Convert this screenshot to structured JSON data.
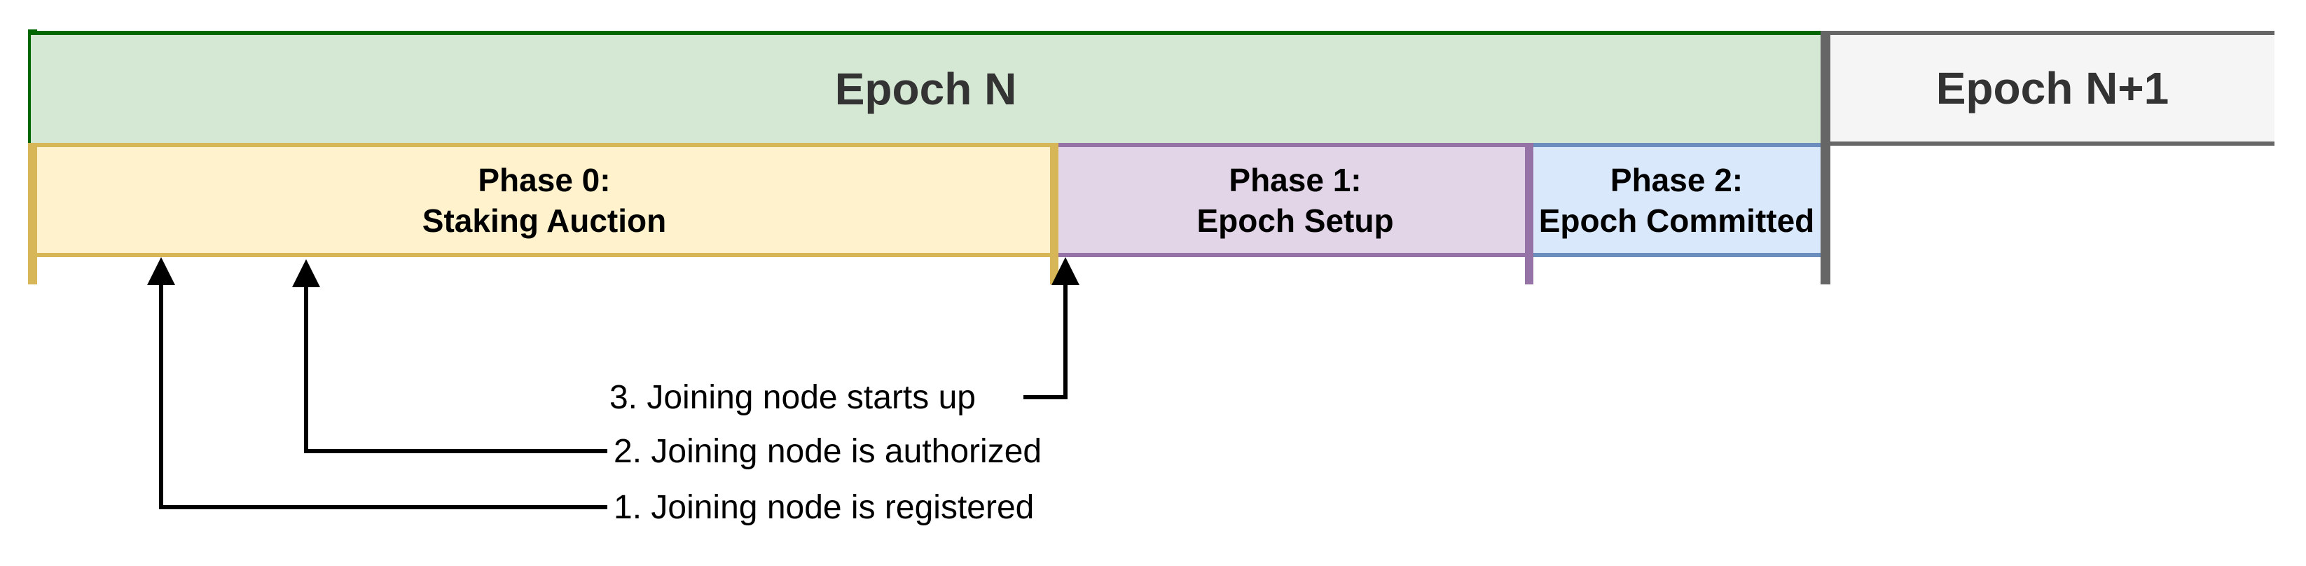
{
  "epochs": [
    {
      "label": "Epoch N"
    },
    {
      "label": "Epoch N+1"
    }
  ],
  "phases": [
    {
      "title": "Phase 0:",
      "subtitle": "Staking Auction"
    },
    {
      "title": "Phase 1:",
      "subtitle": "Epoch Setup"
    },
    {
      "title": "Phase 2:",
      "subtitle": "Epoch Committed"
    }
  ],
  "annotations": [
    {
      "label": "1. Joining node is registered"
    },
    {
      "label": "2. Joining node is authorized"
    },
    {
      "label": "3. Joining node starts up"
    }
  ],
  "colors": {
    "epoch_n_fill": "#d5e8d4",
    "epoch_n_border": "#006600",
    "epoch_n1_fill": "#f5f5f5",
    "epoch_n1_border": "#666666",
    "phase0_fill": "#fff2cc",
    "phase0_border": "#d6b656",
    "phase1_fill": "#e1d5e7",
    "phase1_border": "#9673a6",
    "phase2_fill": "#dae8fc",
    "phase2_border": "#6c8ebf",
    "epoch_text": "#333333",
    "phase_text": "#000000",
    "annotation_text": "#000000",
    "arrow": "#000000"
  }
}
